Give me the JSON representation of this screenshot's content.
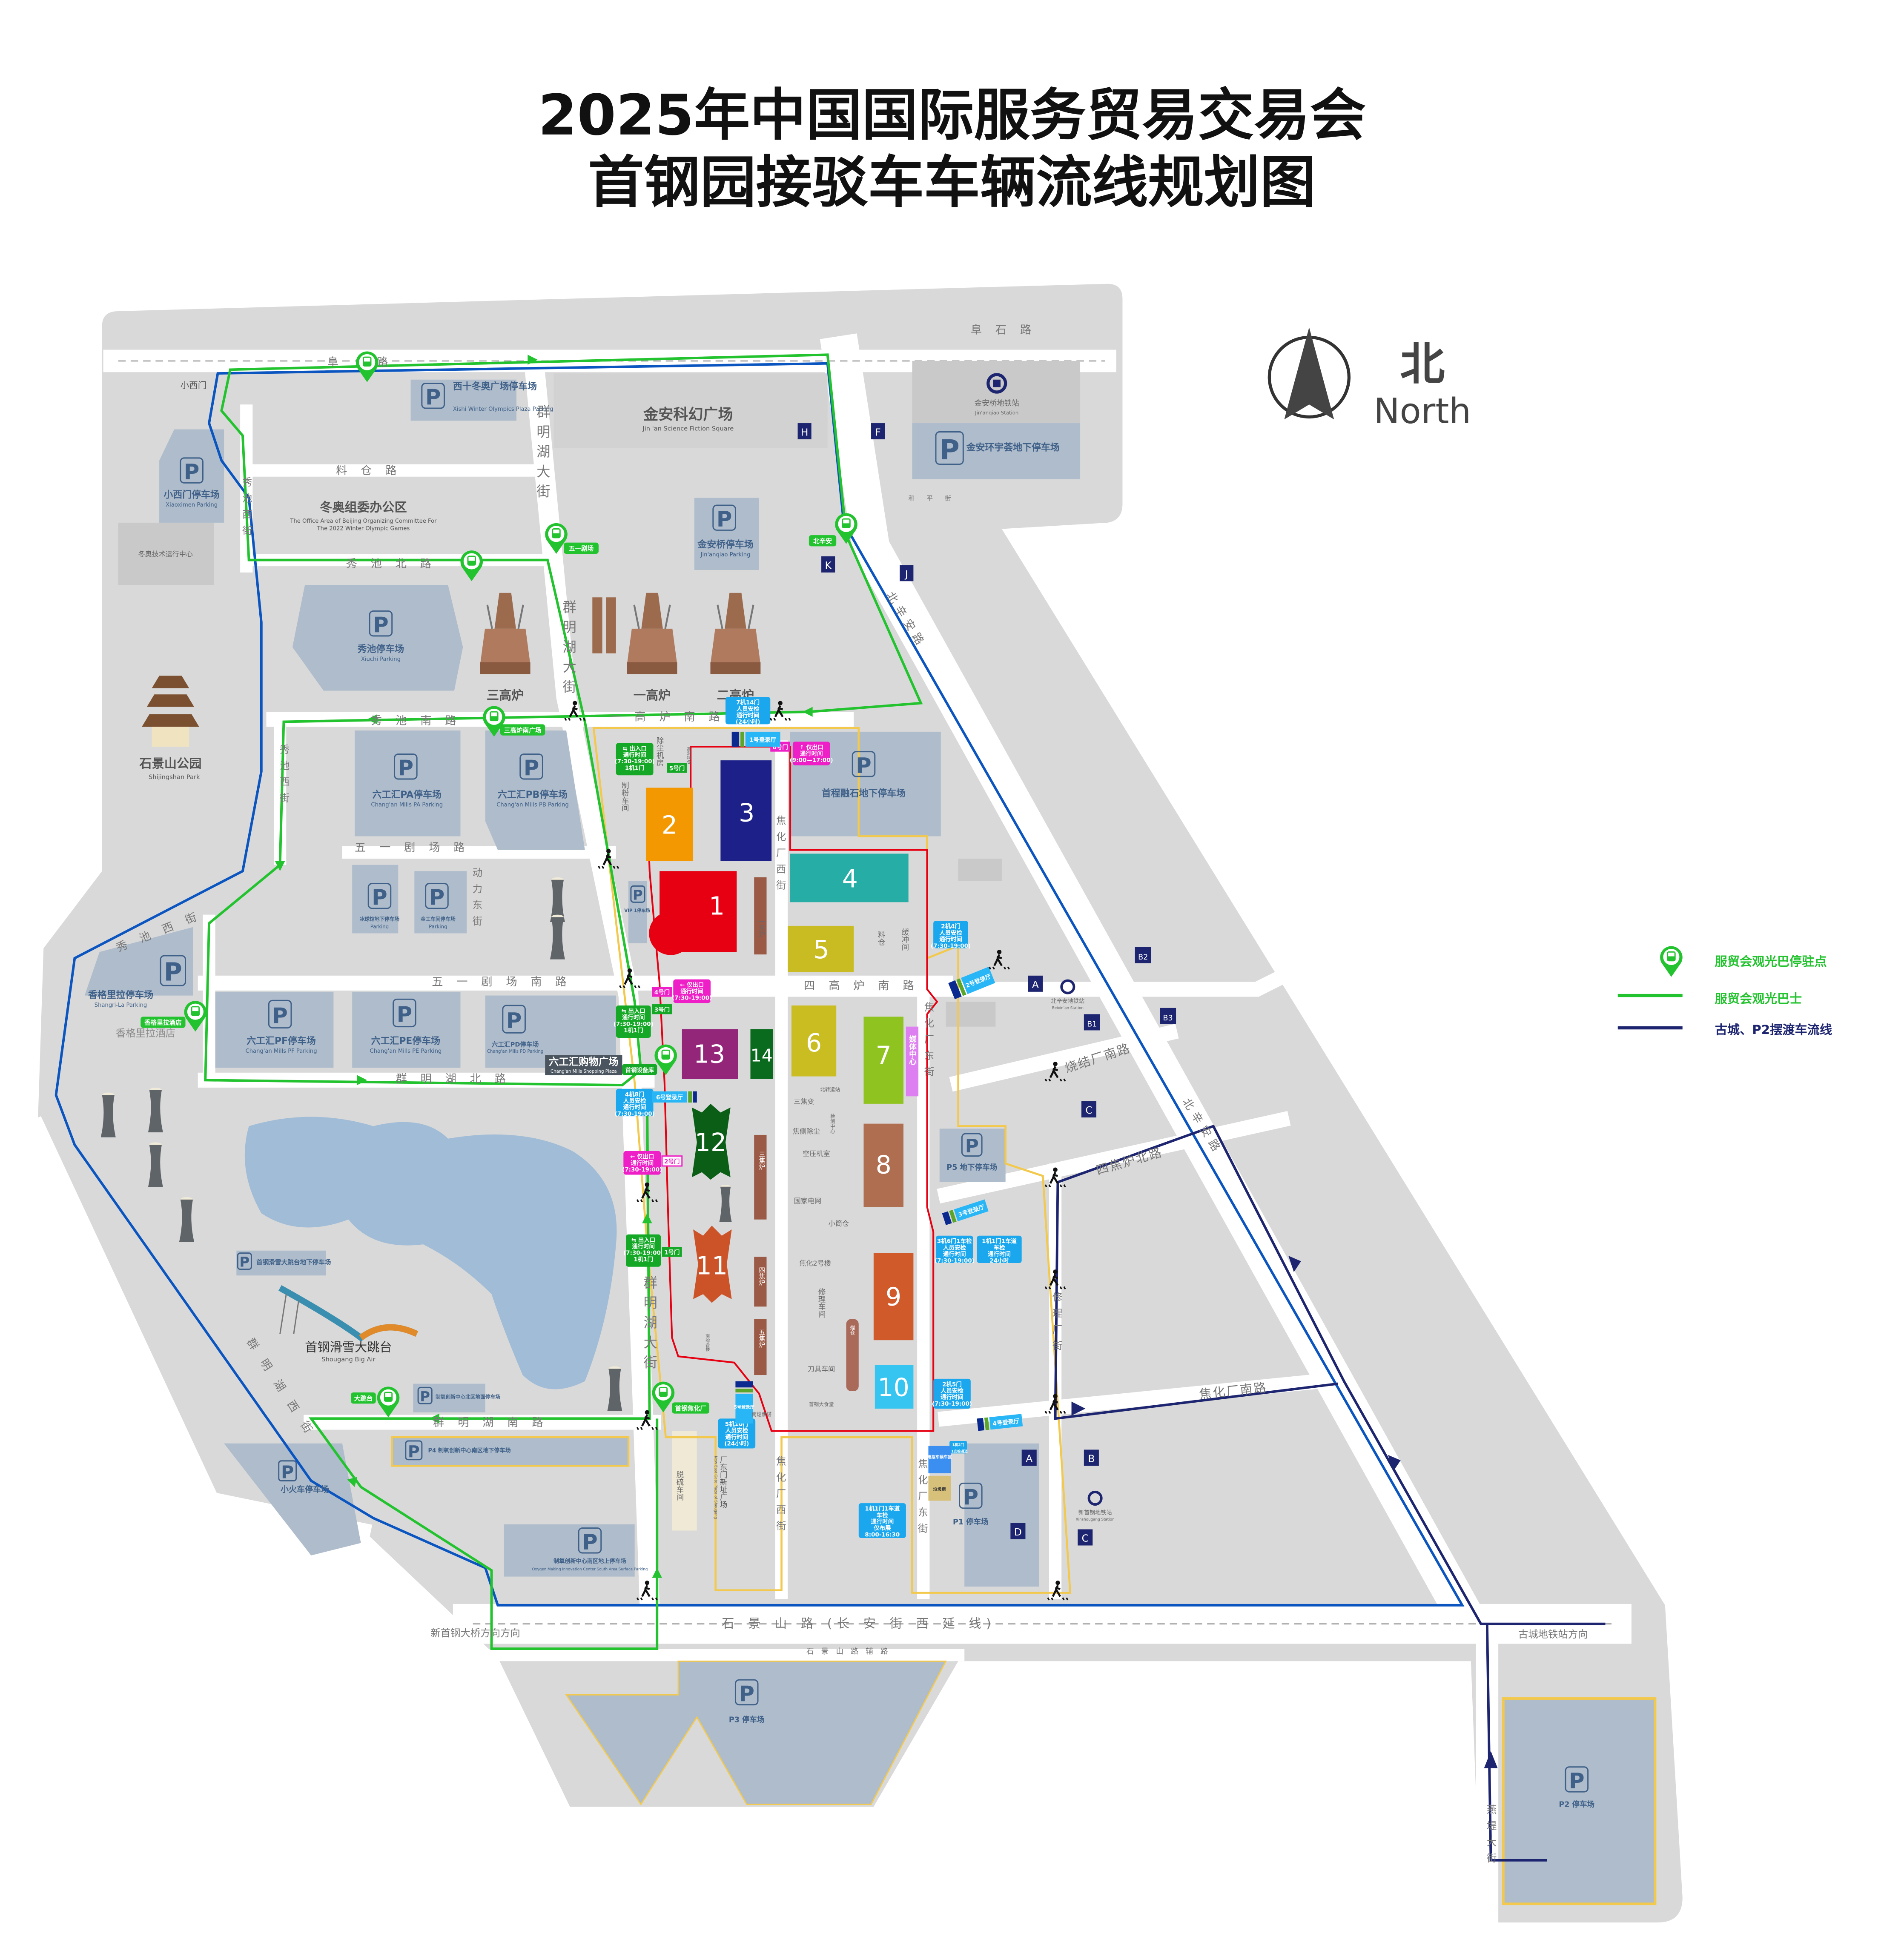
{
  "title": {
    "line1": "2025年中国国际服务贸易交易会",
    "line2": "首钢园接驳车车辆流线规划图"
  },
  "compass": {
    "cn": "北",
    "en": "North"
  },
  "legend": {
    "bus_stop": "服贸会观光巴停驻点",
    "bus_route": "服贸会观光巴士",
    "shuttle_route": "古城、P2摆渡车流线"
  },
  "colors": {
    "bus_green": "#22c32e",
    "route_blue": "#0a55c0",
    "shuttle_navy": "#1d2570",
    "boundary_red": "#e60012",
    "boundary_yellow": "#f2c94c",
    "parking": "#aebccb",
    "ground": "#d9d9d9",
    "gate_blue": "#1aa7ee",
    "gate_green": "#14a826",
    "gate_pink": "#ee1fc6"
  },
  "icons": {
    "parking_glyph": "P"
  },
  "roads": {
    "fushi": "阜 石 路",
    "fushi_left": "阜 　 路",
    "qunminghu": "群明湖大街",
    "liaocang": "料 仓 路",
    "xiuchi_north": "秀 池 北 路",
    "xiuchi_west": "秀池西街",
    "xiuchi_west_diag": "秀 池 西 街",
    "xiuchi_south": "秀 池 南 路",
    "yigaolu_south": "一 高 炉 南 路",
    "wuyi": "五 一 剧 场 路",
    "wuyi_south": "五 一 剧 场 南 路",
    "dongli_east": "动力东街",
    "qmh_north": "群 明 湖 北 路",
    "sigaolu_south": "四 高 炉 南 路",
    "jiaohua_west": "焦化厂西街",
    "jiaohua_east": "焦化厂东街",
    "beixinan": "北辛安路",
    "shaojie_south": "烧结厂南路",
    "sijiaolu_north": "四焦炉北路",
    "xiulichang": "修理厂街",
    "jiaohua_south": "焦化厂南路",
    "qmh_south": "群 明 湖 南 路",
    "qmh_west": "群 明 湖 西 街",
    "shijingshan": "石 景 山 路 (长 安 街 西 延 线)",
    "shijingshan_aux": "石 景 山 路 辅 路",
    "to_bridge": "新首钢大桥方向方向",
    "to_gucheng": "古城地铁站方向",
    "yandi": "燕堤大街",
    "heping": "和 平 街",
    "xiaoximen": "小西门"
  },
  "halls": [
    "1",
    "2",
    "3",
    "4",
    "5",
    "6",
    "7",
    "8",
    "9",
    "10",
    "11",
    "12",
    "13",
    "14"
  ],
  "media_center": "媒体中心",
  "parking": [
    {
      "name": "西十冬奥广场停车场",
      "en": "Xishi Winter Olympics Plaza Parking"
    },
    {
      "name": "小西门停车场",
      "en": "Xiaoximen Parking"
    },
    {
      "name": "金安桥停车场",
      "en": "Jin'anqiao Parking"
    },
    {
      "name": "金安环宇荟地下停车场"
    },
    {
      "name": "秀池停车场",
      "en": "Xiuchi Parking"
    },
    {
      "name": "六工汇PA停车场",
      "en": "Chang'an Mills PA Parking"
    },
    {
      "name": "六工汇PB停车场",
      "en": "Chang'an Mills PB Parking"
    },
    {
      "name": "首程融石地下停车场"
    },
    {
      "name": "冰球馆地下停车场",
      "en": "Parking"
    },
    {
      "name": "金工车间停车场",
      "en": "Parking"
    },
    {
      "name": "香格里拉停车场",
      "en": "Shangri-La Parking"
    },
    {
      "name": "六工汇PF停车场",
      "en": "Chang'an Mills PF Parking"
    },
    {
      "name": "六工汇PE停车场",
      "en": "Chang'an Mills PE Parking"
    },
    {
      "name": "六工汇PD停车场",
      "en": "Chang'an Mills PD Parking"
    },
    {
      "name": "P5 地下停车场"
    },
    {
      "name": "首钢滑雪大跳台地下停车场"
    },
    {
      "name": "制氧创新中心北区地面停车场"
    },
    {
      "name": "P4 制氧创新中心南区地下停车场"
    },
    {
      "name": "小火车停车场"
    },
    {
      "name": "制氧创新中心南区地上停车场",
      "en": "Oxygen Making Innovation Center South Area Surface Parking"
    },
    {
      "name": "P1 停车场"
    },
    {
      "name": "P3 停车场"
    },
    {
      "name": "P2 停车场"
    },
    {
      "name": "VIP 1停车场"
    }
  ],
  "bus_stops": [
    "五一剧场",
    "北辛安",
    "三高炉南广场",
    "香格里拉酒店",
    "首钢设备库",
    "首钢焦化厂",
    "大跳台"
  ],
  "gates": {
    "blue": [
      {
        "lines": [
          "7机14门",
          "人员安检",
          "通行时间",
          "(24小时)"
        ]
      },
      {
        "lines": [
          "2机4门",
          "人员安检",
          "通行时间",
          "(7:30-19:00)"
        ]
      },
      {
        "lines": [
          "4机8门",
          "人员安检",
          "通行时间",
          "(7:30-19:00)"
        ]
      },
      {
        "lines": [
          "3机6门1车检",
          "人员安检",
          "通行时间",
          "(7:30-19:00)"
        ]
      },
      {
        "lines": [
          "1机1门1车道",
          "车检",
          "通行时间",
          "24小时"
        ]
      },
      {
        "lines": [
          "2机5门",
          "人员安检",
          "通行时间",
          "(7:30-19:00)"
        ]
      },
      {
        "lines": [
          "5机10门",
          "人员安检",
          "通行时间",
          "(24小时)"
        ]
      },
      {
        "lines": [
          "1机1门1车道",
          "车检",
          "通行时间",
          "仅布展",
          "8:00-16:30"
        ]
      },
      {
        "lines": [
          "1机2门",
          "P1安检通道"
        ]
      }
    ],
    "green": [
      {
        "lines": [
          "⇆ 出入口",
          "通行时间",
          "(7:30-19:00)",
          "1机1门"
        ]
      },
      {
        "lines": [
          "⇆ 出入口",
          "通行时间",
          "(7:30-19:00)",
          "1机1门"
        ]
      },
      {
        "lines": [
          "⇆ 出入口",
          "通行时间",
          "(7:30-19:00)",
          "1机1门"
        ]
      }
    ],
    "pink": [
      {
        "lines": [
          "↑ 仅出口",
          "通行时间",
          "(9:00—17:00)"
        ]
      },
      {
        "lines": [
          "← 仅出口",
          "通行时间",
          "(7:30-19:00)"
        ]
      },
      {
        "lines": [
          "← 仅出口",
          "通行时间",
          "(7:30-19:00)"
        ]
      }
    ],
    "doors": [
      "1号门",
      "2号门",
      "3号门",
      "4号门",
      "5号门",
      "6号门"
    ],
    "lobbies": [
      "1号登录厅",
      "2号登录厅",
      "3号登录厅",
      "4号登录厅",
      "5号登录厅",
      "6号登录厅"
    ]
  },
  "buildings": [
    "除尘机房",
    "制粉车间",
    "高温料仓",
    "一焦炉",
    "料仓",
    "缓冲间",
    "三焦变",
    "北转运站",
    "检测中心",
    "焦侧除尘",
    "空压机室",
    "国家电网",
    "小筒仓",
    "三焦炉",
    "焦化2号楼",
    "修理车间",
    "四焦炉",
    "五焦炉",
    "南综合楼",
    "刀具车间",
    "煤仓",
    "首钢大食堂",
    "南熄焦塔",
    "脱硫车间",
    "电瓶车候车区",
    "垃圾房",
    "首钢设备库"
  ],
  "landmarks": {
    "furnace3": "三高炉",
    "furnace1": "一高炉",
    "furnace2": "二高炉",
    "park": "石景山公园",
    "park_en": "Shijingshan Park",
    "office": "冬奥组委办公区",
    "office_en1": "The Office Area of Beijing Organizing Committee For",
    "office_en2": "The 2022 Winter Olympic Games",
    "tech_center": "冬奥技术运行中心",
    "scifi": "金安科幻广场",
    "scifi_en": "Jin 'an Science Fiction Square",
    "bigair": "首钢滑雪大跳台",
    "bigair_en": "Shougang Big Air",
    "mall": "六工汇购物广场",
    "mall_en": "Chang'an Mills Shopping Plaza",
    "hotel": "香格里拉酒店",
    "east_gate": "厂东门新址广场",
    "east_gate_en": "New East Gate Plaza of Shougang"
  },
  "metro": [
    {
      "name": "金安桥地铁站",
      "en": "Jin'anqiao Station"
    },
    {
      "name": "北辛安地铁站",
      "en": "Beixin'an Station"
    },
    {
      "name": "新首钢地铁站",
      "en": "Xinshougang Station"
    }
  ],
  "exits": [
    "H",
    "F",
    "K",
    "J",
    "A",
    "B2",
    "B1",
    "B3",
    "C",
    "A",
    "B",
    "D",
    "C"
  ]
}
